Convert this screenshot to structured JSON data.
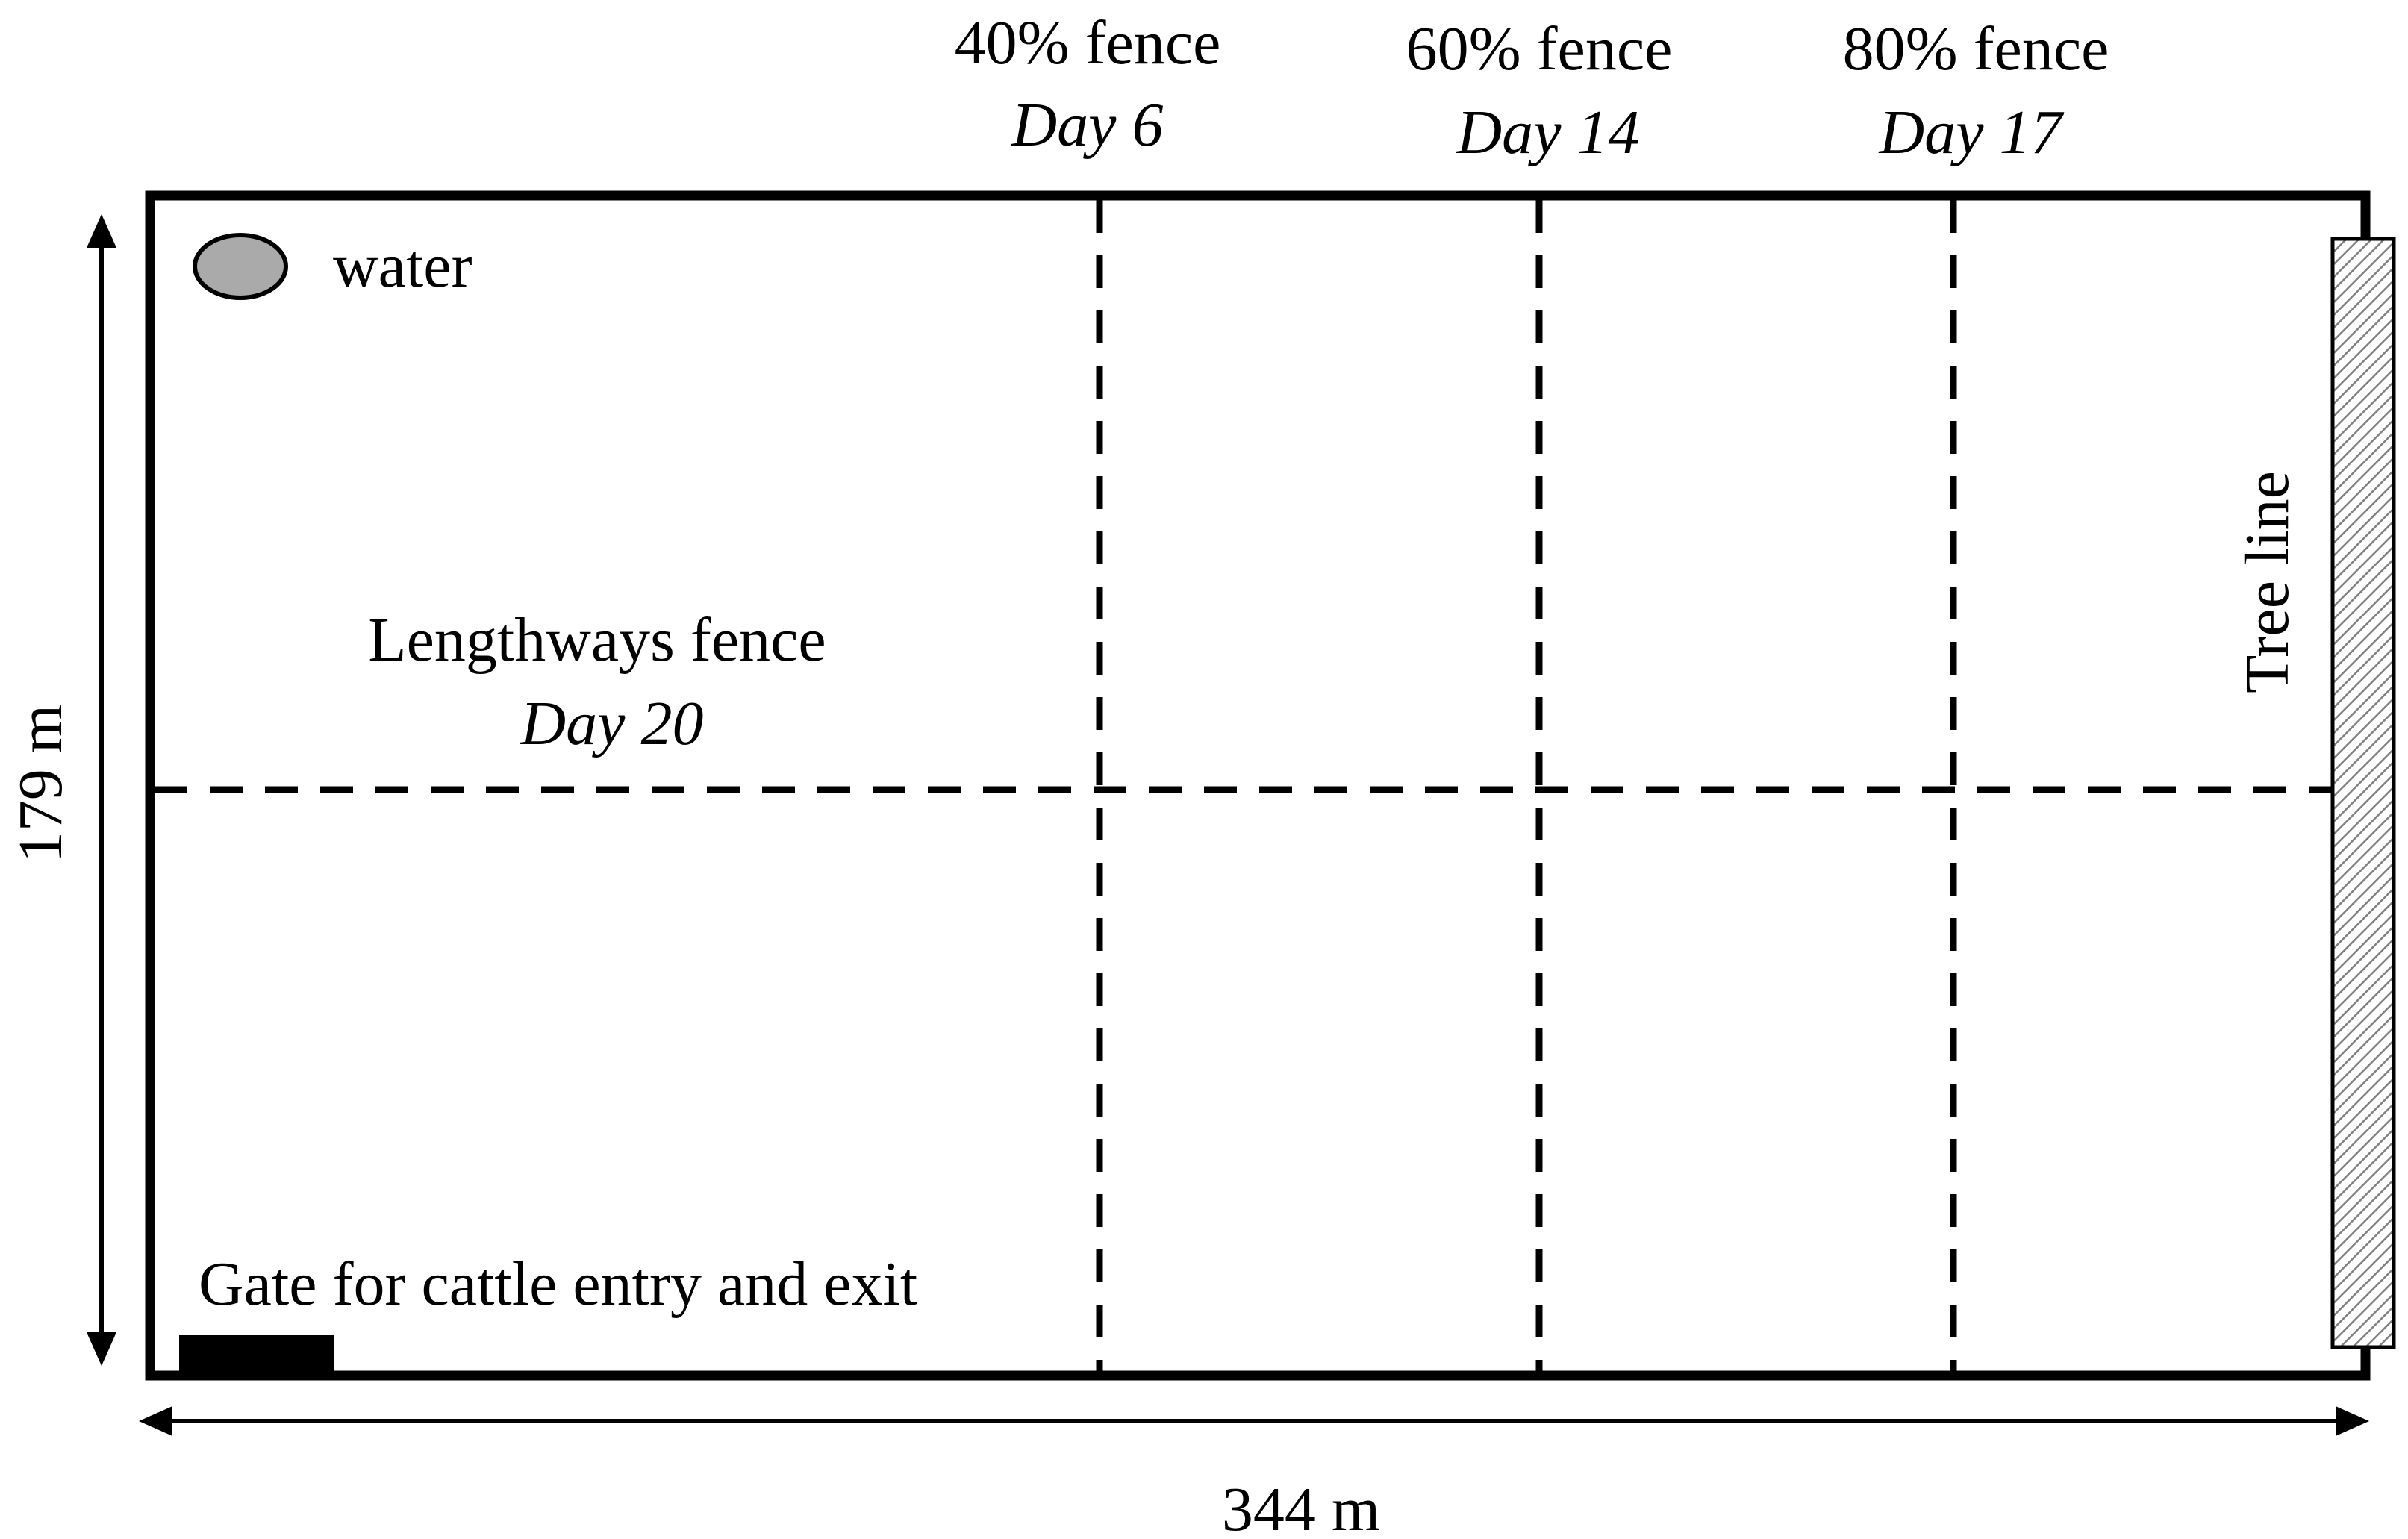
{
  "diagram": {
    "labels": {
      "fence_40": "40% fence",
      "fence_40_day": "Day 6",
      "fence_60": "60% fence",
      "fence_60_day": "Day 14",
      "fence_80": "80% fence",
      "fence_80_day": "Day 17",
      "lengthways": "Lengthways fence",
      "lengthways_day": "Day 20",
      "water": "water",
      "gate": "Gate for cattle entry and exit",
      "tree_line": "Tree line",
      "width": "344 m",
      "height": "179 m"
    },
    "colors": {
      "outline": "#000000",
      "water_fill": "#aaaaaa",
      "gate_fill": "#000000",
      "tree_hatch": "#808080"
    }
  }
}
